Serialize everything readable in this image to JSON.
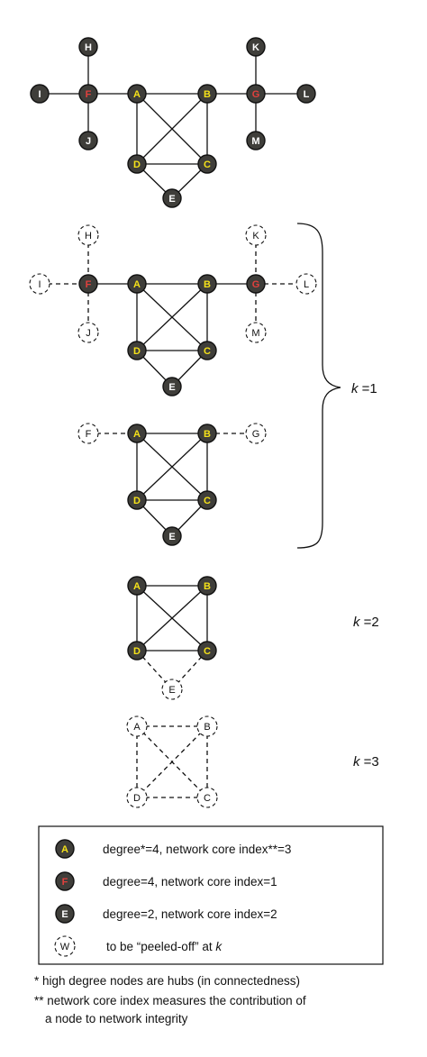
{
  "colors": {
    "node_dark": "#3f3e3a",
    "label_yellow": "#f5e21a",
    "label_red": "#e0403d",
    "label_white": "#ffffff"
  },
  "diagram": {
    "stages": [
      {
        "id": "full",
        "nodes": [
          {
            "id": "H",
            "style": "dark",
            "label_color": "white"
          },
          {
            "id": "I",
            "style": "dark",
            "label_color": "white"
          },
          {
            "id": "F",
            "style": "dark",
            "label_color": "red"
          },
          {
            "id": "J",
            "style": "dark",
            "label_color": "white"
          },
          {
            "id": "A",
            "style": "dark",
            "label_color": "yellow"
          },
          {
            "id": "B",
            "style": "dark",
            "label_color": "yellow"
          },
          {
            "id": "K",
            "style": "dark",
            "label_color": "white"
          },
          {
            "id": "G",
            "style": "dark",
            "label_color": "red"
          },
          {
            "id": "L",
            "style": "dark",
            "label_color": "white"
          },
          {
            "id": "M",
            "style": "dark",
            "label_color": "white"
          },
          {
            "id": "D",
            "style": "dark",
            "label_color": "yellow"
          },
          {
            "id": "C",
            "style": "dark",
            "label_color": "yellow"
          },
          {
            "id": "E",
            "style": "dark",
            "label_color": "white"
          }
        ],
        "edges": [
          [
            "I",
            "F",
            "solid"
          ],
          [
            "H",
            "F",
            "solid"
          ],
          [
            "F",
            "J",
            "solid"
          ],
          [
            "F",
            "A",
            "solid"
          ],
          [
            "A",
            "B",
            "solid"
          ],
          [
            "B",
            "G",
            "solid"
          ],
          [
            "K",
            "G",
            "solid"
          ],
          [
            "G",
            "L",
            "solid"
          ],
          [
            "G",
            "M",
            "solid"
          ],
          [
            "A",
            "D",
            "solid"
          ],
          [
            "A",
            "C",
            "solid"
          ],
          [
            "B",
            "D",
            "solid"
          ],
          [
            "B",
            "C",
            "solid"
          ],
          [
            "D",
            "C",
            "solid"
          ],
          [
            "D",
            "E",
            "solid"
          ],
          [
            "C",
            "E",
            "solid"
          ]
        ]
      },
      {
        "id": "k1a",
        "nodes": [
          {
            "id": "H",
            "style": "peel"
          },
          {
            "id": "I",
            "style": "peel"
          },
          {
            "id": "F",
            "style": "dark",
            "label_color": "red"
          },
          {
            "id": "J",
            "style": "peel"
          },
          {
            "id": "A",
            "style": "dark",
            "label_color": "yellow"
          },
          {
            "id": "B",
            "style": "dark",
            "label_color": "yellow"
          },
          {
            "id": "K",
            "style": "peel"
          },
          {
            "id": "G",
            "style": "dark",
            "label_color": "red"
          },
          {
            "id": "L",
            "style": "peel"
          },
          {
            "id": "M",
            "style": "peel"
          },
          {
            "id": "D",
            "style": "dark",
            "label_color": "yellow"
          },
          {
            "id": "C",
            "style": "dark",
            "label_color": "yellow"
          },
          {
            "id": "E",
            "style": "dark",
            "label_color": "white"
          }
        ],
        "edges": [
          [
            "I",
            "F",
            "dashed"
          ],
          [
            "H",
            "F",
            "dashed"
          ],
          [
            "F",
            "J",
            "dashed"
          ],
          [
            "F",
            "A",
            "solid"
          ],
          [
            "A",
            "B",
            "solid"
          ],
          [
            "B",
            "G",
            "solid"
          ],
          [
            "K",
            "G",
            "dashed"
          ],
          [
            "G",
            "L",
            "dashed"
          ],
          [
            "G",
            "M",
            "dashed"
          ],
          [
            "A",
            "D",
            "solid"
          ],
          [
            "A",
            "C",
            "solid"
          ],
          [
            "B",
            "D",
            "solid"
          ],
          [
            "B",
            "C",
            "solid"
          ],
          [
            "D",
            "C",
            "solid"
          ],
          [
            "D",
            "E",
            "solid"
          ],
          [
            "C",
            "E",
            "solid"
          ]
        ]
      },
      {
        "id": "k1b",
        "nodes": [
          {
            "id": "F",
            "style": "peel"
          },
          {
            "id": "A",
            "style": "dark",
            "label_color": "yellow"
          },
          {
            "id": "B",
            "style": "dark",
            "label_color": "yellow"
          },
          {
            "id": "G",
            "style": "peel"
          },
          {
            "id": "D",
            "style": "dark",
            "label_color": "yellow"
          },
          {
            "id": "C",
            "style": "dark",
            "label_color": "yellow"
          },
          {
            "id": "E",
            "style": "dark",
            "label_color": "white"
          }
        ],
        "edges": [
          [
            "F",
            "A",
            "dashed"
          ],
          [
            "A",
            "B",
            "solid"
          ],
          [
            "B",
            "G",
            "dashed"
          ],
          [
            "A",
            "D",
            "solid"
          ],
          [
            "A",
            "C",
            "solid"
          ],
          [
            "B",
            "D",
            "solid"
          ],
          [
            "B",
            "C",
            "solid"
          ],
          [
            "D",
            "C",
            "solid"
          ],
          [
            "D",
            "E",
            "solid"
          ],
          [
            "C",
            "E",
            "solid"
          ]
        ]
      },
      {
        "id": "k2",
        "nodes": [
          {
            "id": "A",
            "style": "dark",
            "label_color": "yellow"
          },
          {
            "id": "B",
            "style": "dark",
            "label_color": "yellow"
          },
          {
            "id": "D",
            "style": "dark",
            "label_color": "yellow"
          },
          {
            "id": "C",
            "style": "dark",
            "label_color": "yellow"
          },
          {
            "id": "E",
            "style": "peel"
          }
        ],
        "edges": [
          [
            "A",
            "B",
            "solid"
          ],
          [
            "A",
            "D",
            "solid"
          ],
          [
            "A",
            "C",
            "solid"
          ],
          [
            "B",
            "D",
            "solid"
          ],
          [
            "B",
            "C",
            "solid"
          ],
          [
            "D",
            "C",
            "solid"
          ],
          [
            "D",
            "E",
            "dashed"
          ],
          [
            "C",
            "E",
            "dashed"
          ]
        ]
      },
      {
        "id": "k3",
        "nodes": [
          {
            "id": "A",
            "style": "peel"
          },
          {
            "id": "B",
            "style": "peel"
          },
          {
            "id": "D",
            "style": "peel"
          },
          {
            "id": "C",
            "style": "peel"
          }
        ],
        "edges": [
          [
            "A",
            "B",
            "dashed"
          ],
          [
            "A",
            "D",
            "dashed"
          ],
          [
            "A",
            "C",
            "dashed"
          ],
          [
            "B",
            "D",
            "dashed"
          ],
          [
            "B",
            "C",
            "dashed"
          ],
          [
            "D",
            "C",
            "dashed"
          ]
        ]
      }
    ],
    "k_labels": {
      "k1": {
        "k": "k",
        "rest": " =1"
      },
      "k2": {
        "k": "k",
        "rest": " =2"
      },
      "k3": {
        "k": "k",
        "rest": " =3"
      }
    }
  },
  "legend": {
    "items": [
      {
        "node_label": "A",
        "label_color": "yellow",
        "style": "dark",
        "text": "degree*=4, network core index**=3"
      },
      {
        "node_label": "F",
        "label_color": "red",
        "style": "dark",
        "text": "degree=4, network core index=1"
      },
      {
        "node_label": "E",
        "label_color": "white",
        "style": "dark",
        "text": "degree=2, network core index=2"
      },
      {
        "node_label": "W",
        "style": "peel",
        "text_prefix": "to be “peeled-off” at ",
        "text_k": "k"
      }
    ]
  },
  "footnotes": [
    "* high degree nodes are hubs (in connectedness)",
    "** network core index measures the contribution of",
    "a node to network integrity"
  ]
}
